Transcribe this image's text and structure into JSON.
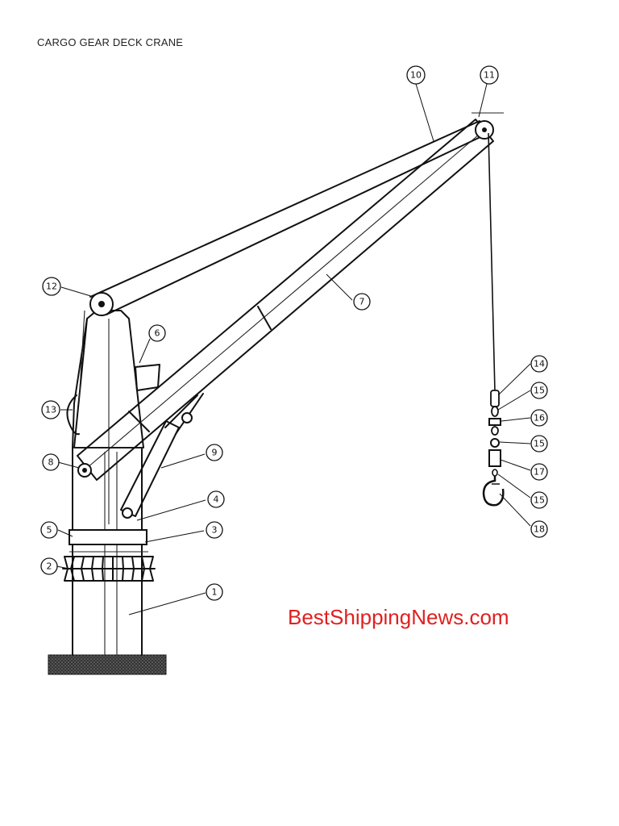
{
  "page": {
    "title": "CARGO GEAR DECK CRANE",
    "watermark": "BestShippingNews.com",
    "colors": {
      "ink": "#111111",
      "watermark": "#e02020",
      "background": "#ffffff"
    }
  },
  "callouts": [
    {
      "id": "c1",
      "label": "1"
    },
    {
      "id": "c2",
      "label": "2"
    },
    {
      "id": "c3",
      "label": "3"
    },
    {
      "id": "c4",
      "label": "4"
    },
    {
      "id": "c5",
      "label": "5"
    },
    {
      "id": "c6",
      "label": "6"
    },
    {
      "id": "c7",
      "label": "7"
    },
    {
      "id": "c8",
      "label": "8"
    },
    {
      "id": "c9",
      "label": "9"
    },
    {
      "id": "c10",
      "label": "10"
    },
    {
      "id": "c11",
      "label": "11"
    },
    {
      "id": "c12",
      "label": "12"
    },
    {
      "id": "c13",
      "label": "13"
    },
    {
      "id": "c14",
      "label": "14"
    },
    {
      "id": "c15a",
      "label": "15"
    },
    {
      "id": "c16",
      "label": "16"
    },
    {
      "id": "c15b",
      "label": "15"
    },
    {
      "id": "c17",
      "label": "17"
    },
    {
      "id": "c15c",
      "label": "15"
    },
    {
      "id": "c18",
      "label": "18"
    }
  ]
}
